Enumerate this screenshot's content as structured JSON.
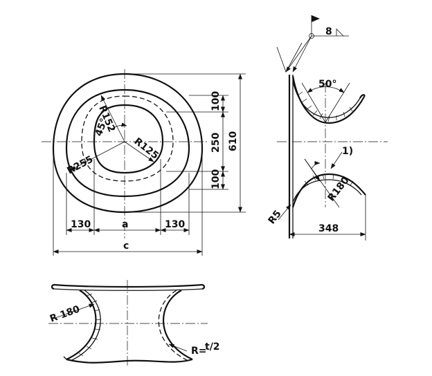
{
  "top_view": {
    "dim_bottom_left": "130",
    "dim_bottom_mid": "a",
    "dim_bottom_right": "130",
    "dim_overall_width": "c",
    "dim_right_top": "100",
    "dim_right_mid": "250",
    "dim_right_bot": "100",
    "dim_overall_height": "610",
    "radius_outer_corner": "R152",
    "radius_inner": "R125",
    "radius_large": "R255",
    "angle": "45°"
  },
  "side_view": {
    "flag_number": "8",
    "angle_top": "50°",
    "note_ref": "1)",
    "radius_bottom": "R180",
    "radius_edge": "R5",
    "dim_width": "348"
  },
  "front_view": {
    "radius_left": "R 180",
    "radius_right_prefix": "R=",
    "radius_right_value": "t/2"
  }
}
